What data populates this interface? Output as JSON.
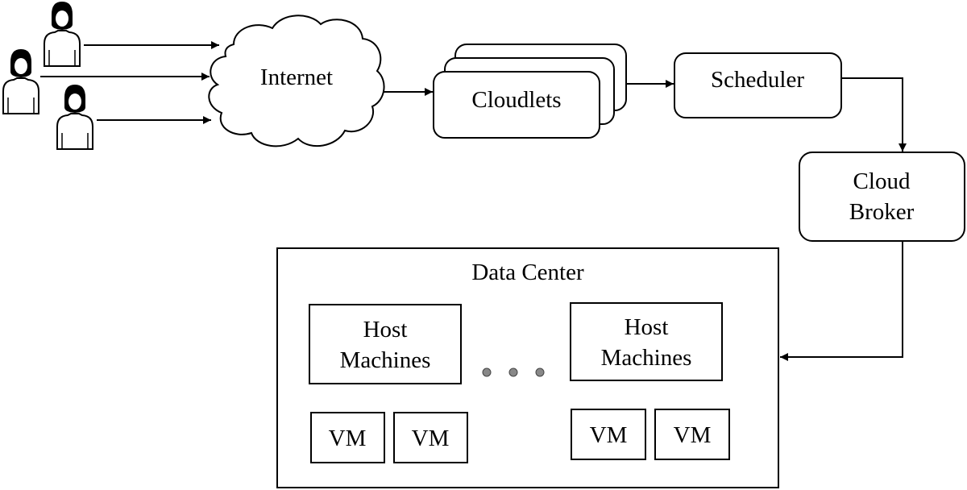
{
  "colors": {
    "stroke": "#000000",
    "background": "#ffffff",
    "dot": "#888888"
  },
  "internet": {
    "label": "Internet"
  },
  "cloudlets": {
    "label": "Cloudlets"
  },
  "scheduler": {
    "label": "Scheduler"
  },
  "broker": {
    "line1": "Cloud",
    "line2": "Broker"
  },
  "datacenter": {
    "title": "Data Center",
    "hosts": [
      {
        "line1": "Host",
        "line2": "Machines",
        "vms": [
          "VM",
          "VM"
        ]
      },
      {
        "line1": "Host",
        "line2": "Machines",
        "vms": [
          "VM",
          "VM"
        ]
      }
    ]
  },
  "users": {
    "icon": "user-icon"
  }
}
